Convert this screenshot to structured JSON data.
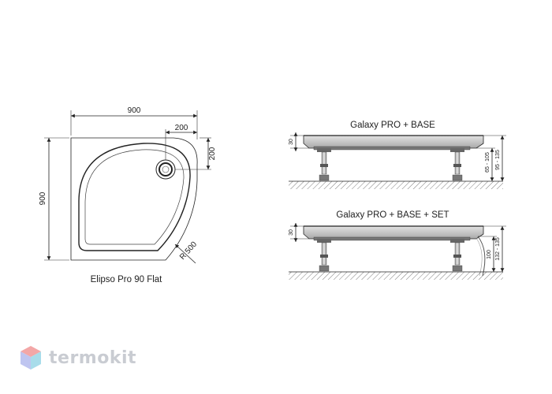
{
  "plan_view": {
    "dim_width": "900",
    "dim_height": "900",
    "dim_drain_x": "200",
    "dim_drain_y": "200",
    "dim_radius": "R 500",
    "caption": "Elipso Pro 90 Flat"
  },
  "side_view_top": {
    "title": "Galaxy PRO + BASE",
    "dim_thickness": "30",
    "dim_leg_range": "65 - 105",
    "dim_total_range": "95 - 135"
  },
  "side_view_bottom": {
    "title": "Galaxy PRO + BASE + SET",
    "dim_thickness": "30",
    "dim_panel": "100",
    "dim_total_range": "132 - 135"
  },
  "watermark": {
    "text": "termokit",
    "colors": {
      "top": "#f3a7a7",
      "left": "#bfc5f0",
      "right": "#a8dcea"
    }
  }
}
